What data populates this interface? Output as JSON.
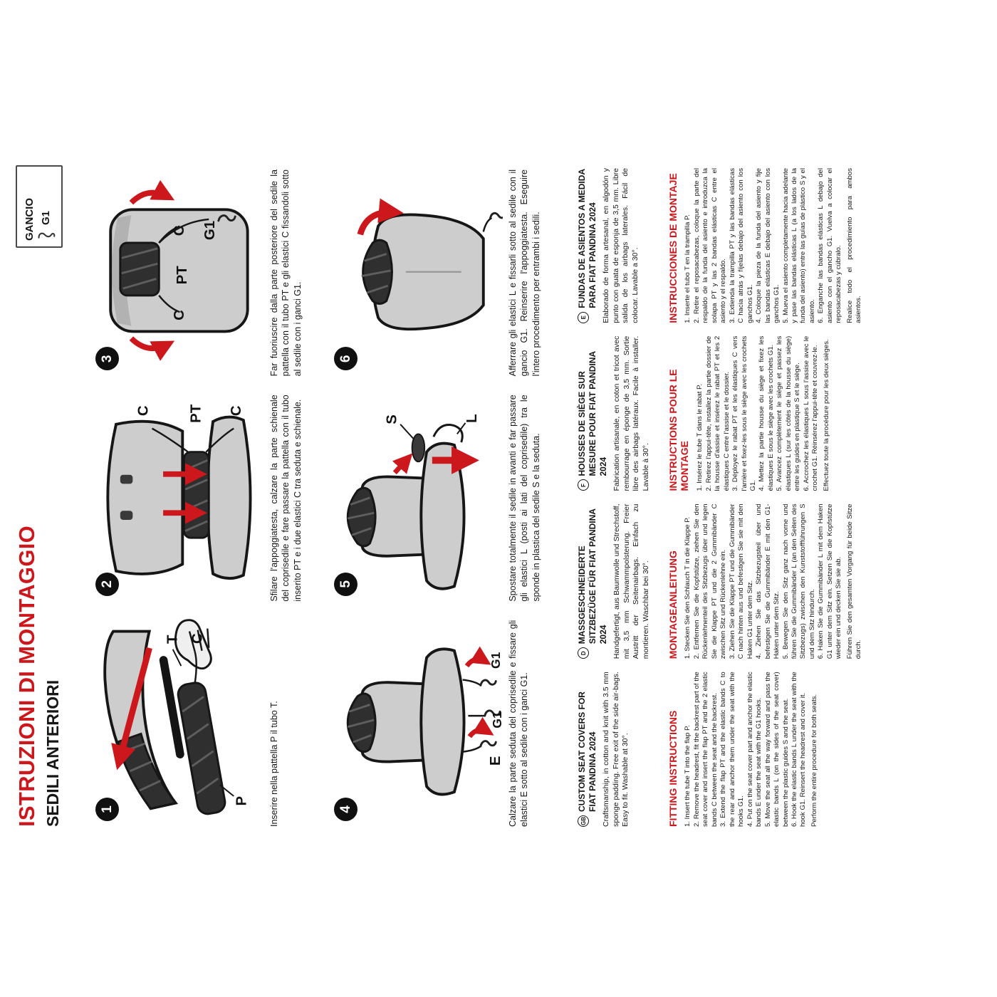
{
  "colors": {
    "accent": "#cc171c",
    "ink": "#161616",
    "seat_gray": "#cdcdcd",
    "fabric_dark": "#2f2f2f"
  },
  "header": {
    "title": "ISTRUZIONI DI MONTAGGIO",
    "subtitle": "SEDILI ANTERIORI",
    "gancio_label": "GANCIO",
    "gancio_code": "G1"
  },
  "panels": [
    {
      "number": "1",
      "labels": [
        "T",
        "C",
        "P"
      ],
      "caption": "Inserire nella pattella P il tubo T."
    },
    {
      "number": "2",
      "labels": [
        "C",
        "PT",
        "C"
      ],
      "caption": "Sfilare l'appoggiatesta, calzare la parte schienale del coprisedile e fare passare la pattella con il tubo inserito PT e i due elastici C tra seduta e schienale."
    },
    {
      "number": "3",
      "labels": [
        "C",
        "PT",
        "C",
        "G1"
      ],
      "caption": "Far fuoriuscire dalla parte posteriore del sedile la pattella con il tubo PT e gli elastici C fissandoli sotto al sedile con i ganci G1."
    },
    {
      "number": "4",
      "labels": [
        "E",
        "G1",
        "G1"
      ],
      "caption": "Calzare la parte seduta del coprisedile e fissare gli elastici E sotto al sedile con i ganci G1."
    },
    {
      "number": "5",
      "labels": [
        "S",
        "L"
      ],
      "caption": "Spostare totalmente il sedile in avanti e far passare gli elastici L (posti ai lati del coprisedile) tra le sponde in plastica del sedile S e la seduta."
    },
    {
      "number": "6",
      "labels": [],
      "caption": "Afferrare gli elastici L e fissarli sotto al sedile con il gancio G1. Reinserire l'appoggiatesta. Eseguire l'intero procedimento per entrambi i sedili."
    }
  ],
  "intros": [
    {
      "badge": "GB",
      "title": "CUSTOM SEAT COVERS FOR FIAT PANDINA 2024",
      "body": "Craftsmanship, in cotton and knit with 3.5 mm sponge padding. Free exit of the side air-bags. Easy to fit. Washable at 30°."
    },
    {
      "badge": "D",
      "title": "MASSGESCHNEIDERTE SITZBEZÜGE FÜR FIAT PANDINA 2024",
      "body": "Handgefertigt, aus Baumwolle und Strechstoff, mit 3,5 mm Schwammpolsterung. Freier Austritt der Seitenairbags. Einfach zu montieren. Waschbar bei 30°."
    },
    {
      "badge": "F",
      "title": "HOUSSES DE SIÈGE SUR MESURE POUR FIAT PANDINA 2024",
      "body": "Fabrication artisanale, en coton et tricot avec rembourrage en éponge de 3,5 mm. Sortie libre des airbags latéraux. Facile à installer. Lavable à 30°."
    },
    {
      "badge": "E",
      "title": "FUNDAS DE ASIENTOS A MEDIDA PARA FIAT PANDINA 2024",
      "body": "Elaborado de forma artesanal, en algodón y punto con guata de esponja de 3,5 mm. Libre salida de los airbags laterales. Fácil de colocar. Lavable a 30°."
    }
  ],
  "instructions": [
    {
      "heading": "FITTING INSTRUCTIONS",
      "steps": [
        "1. Insert the tube T into the flap P.",
        "2. Remove the headrest, fit the backrest part of the seat cover and insert the flap PT and the 2 elastic bands C between the seat and the backrest.",
        "3. Extend the flap PT and the elastic bands C to the rear and anchor them under the seat with the hooks G1.",
        "4. Put on the seat cover part and anchor the elastic bands E under the seat with the G1 hooks.",
        "5. Move the seat all the way forward and pass the elastic bands L (on the sides of the seat cover) between the plastic guides S and the seat.",
        "6. Hook the elastic bands L under the seat with the hook G1. Reinsert the headrest and cover it."
      ],
      "footer": "Perform the entire procedure for both seats."
    },
    {
      "heading": "MONTAGEANLEITUNG",
      "steps": [
        "1. Stecken Sie den Schlauch T in die Klappe P.",
        "2. Entfernen Sie die Kopfstütze, ziehen Sie den Rückenlehnenteil des Sitzbezugs über und legen Sie die Klappe PT und die 2 Gummibänder C zwischen Sitz und Rückenlehne ein.",
        "3. Ziehen Sie die Klappe PT und die Gummibänder C nach hinten aus und befestigen Sie sie mit den Haken G1 unter dem Sitz.",
        "4. Ziehen Sie das Sitzbezugsteil über und befestigen Sie die Gummibänder E mit den G1-Haken unter dem Sitz.",
        "5. Bewegen Sie den Sitz ganz nach vorne und führen Sie die Gummibänder L (an den Seiten des Sitzbezugs) zwischen den Kunststoffführungen S und dem Sitz hindurch.",
        "6. Haken Sie die Gummibänder L mit dem Haken G1 unter dem Sitz ein. Setzen Sie die Kopfstütze wieder ein und decken Sie sie ab."
      ],
      "footer": "Führen Sie den gesamten Vorgang für beide Sitze durch."
    },
    {
      "heading": "INSTRUCTIONS POUR LE MONTAGE",
      "steps": [
        "1. Insérez le tube T dans le rabat P.",
        "2. Retirez l'appui-tête, installez la partie dossier de la housse d'assise et insérez le rabat PT et les 2 élastiques C entre l'assise et le dossier.",
        "3. Déployez le rabat PT et les élastiques C vers l'arrière et fixez-les sous le siège avec les crochets G1.",
        "4. Mettez la partie housse du siège et fixez les élastiques E sous le siège avec les crochets G1.",
        "5. Avancez complètement le siège et passez les élastiques L (sur les côtés de la housse du siège) entre les guides en plastique S et le siège.",
        "6. Accrochez les élastiques L sous l'assise avec le crochet G1. Réinsérez l'appui-tête et couvrez-le."
      ],
      "footer": "Effectuez toute la procédure pour les deux sièges."
    },
    {
      "heading": "INSTRUCCIONES DE MONTAJE",
      "steps": [
        "1. Inserte el tubo T en la trampilla P.",
        "2. Retire el reposacabezas, coloque la parte del respaldo de la funda del asiento e introduzca la solapa PT y las 2 bandas elásticas C entre el asiento y el respaldo.",
        "3. Extienda la trampilla PT y las bandas elásticas C hacia atrás y fíjelas debajo del asiento con los ganchos G1.",
        "4. Coloque la pieza de la funda del asiento y fije las bandas elásticas E debajo del asiento con los ganchos G1.",
        "5. Mueva el asiento completamente hacia adelante y pase las bandas elásticas L (a los lados de la funda del asiento) entre las guías de plástico S y el asiento.",
        "6. Enganche las bandas elásticas L debajo del asiento con el gancho G1. Vuelva a colocar el reposacabezas y cúbralo."
      ],
      "footer": "Realice todo el procedimiento para ambos asientos."
    }
  ]
}
